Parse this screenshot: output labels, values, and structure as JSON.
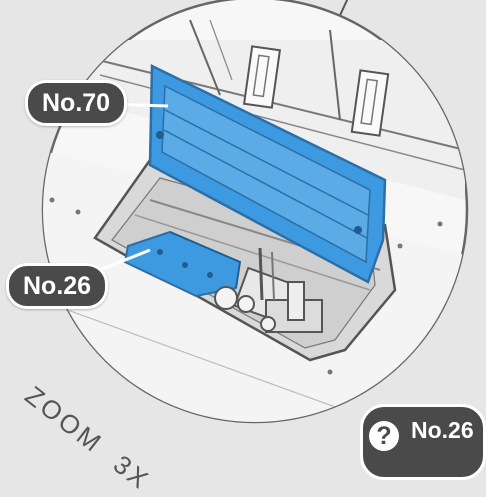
{
  "callouts": {
    "upper_part": "No.70",
    "lower_part": "No.26"
  },
  "zoom": {
    "word": "ZOOM",
    "level": "3X"
  },
  "next_reference": {
    "help_icon": "question-circle-icon",
    "label": "No.26"
  },
  "colors": {
    "background": "#e6e6e6",
    "highlight_blue": "#3d9ae0",
    "callout_fill": "#4a4a4a",
    "outline": "#555555"
  }
}
